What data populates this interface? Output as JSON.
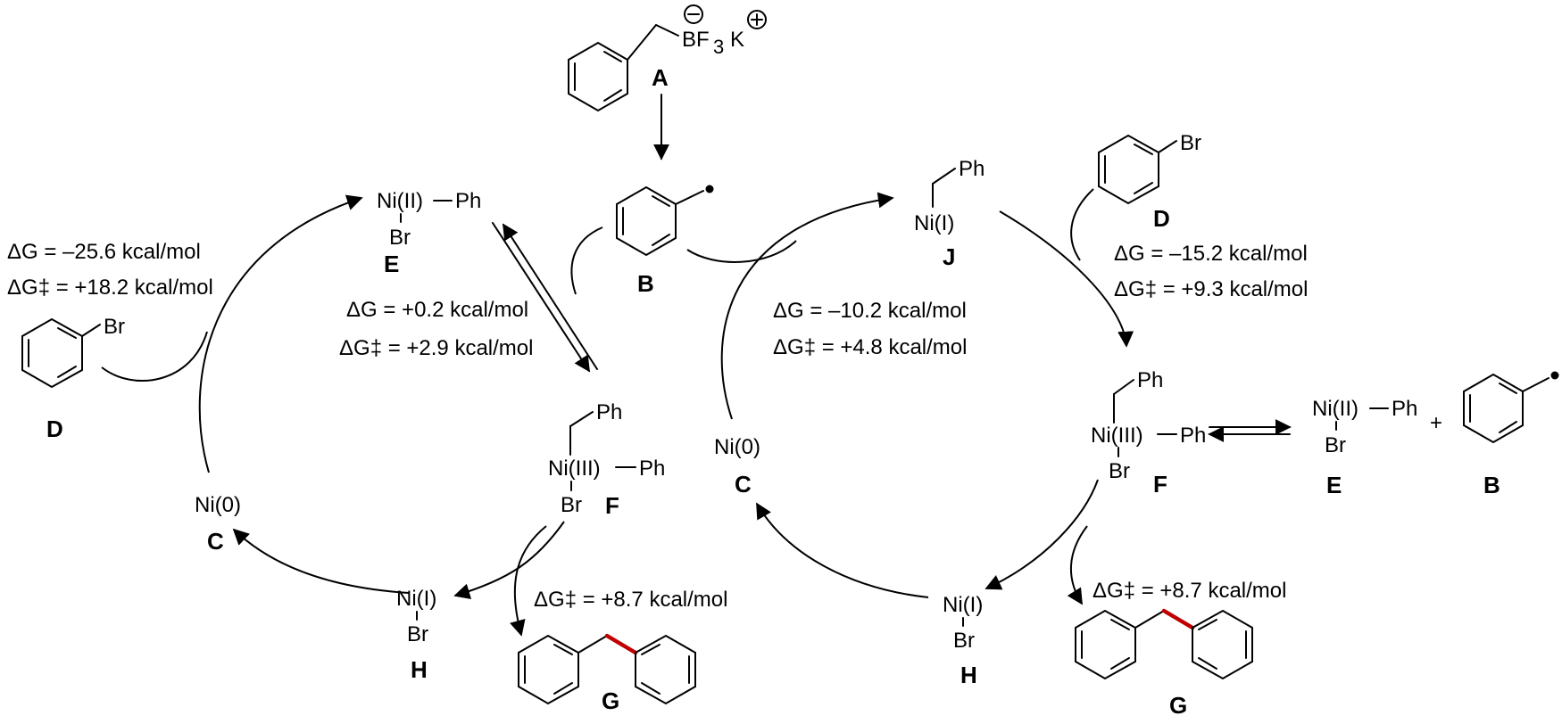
{
  "labels": {
    "A": "A",
    "B": "B",
    "C": "C",
    "D": "D",
    "E": "E",
    "F": "F",
    "G": "G",
    "H": "H",
    "J": "J"
  },
  "species": {
    "ni0": "Ni(0)",
    "ni1": "Ni(I)",
    "ni2": "Ni(II)",
    "ni3": "Ni(III)",
    "ph": "Ph",
    "br": "Br",
    "bf3": "BF",
    "bf3_sub": "3",
    "k": "K",
    "plus": "+"
  },
  "energies": {
    "left_ox_dG": "ΔG = –25.6 kcal/mol",
    "left_ox_dGts": "ΔG‡ = +18.2 kcal/mol",
    "left_rad_dG": "ΔG = +0.2 kcal/mol",
    "left_rad_dGts": "ΔG‡ = +2.9 kcal/mol",
    "left_re_dGts": "ΔG‡ = +8.7 kcal/mol",
    "right_rad_dG": "ΔG = –10.2 kcal/mol",
    "right_rad_dGts": "ΔG‡ = +4.8 kcal/mol",
    "right_ox_dG": "ΔG = –15.2 kcal/mol",
    "right_ox_dGts": "ΔG‡ = +9.3 kcal/mol",
    "right_re_dGts": "ΔG‡ = +8.7 kcal/mol"
  },
  "colors": {
    "new_bond": "#c00000",
    "ink": "#000000"
  }
}
